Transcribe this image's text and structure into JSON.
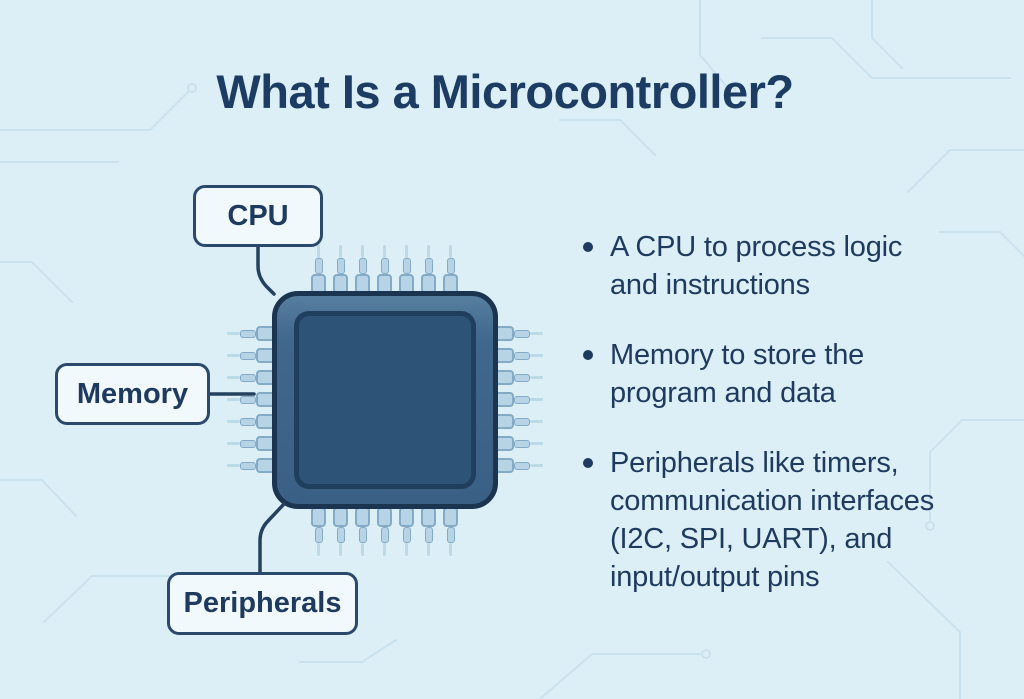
{
  "title": "What Is a Microcontroller?",
  "diagram": {
    "chip_icon": "microcontroller-chip-icon",
    "labels": {
      "cpu": "CPU",
      "memory": "Memory",
      "peripherals": "Peripherals"
    }
  },
  "bullets": [
    {
      "text": "A CPU to process logic\nand instructions"
    },
    {
      "text": "Memory to store the\nprogram and data"
    },
    {
      "text": "Peripherals like timers,\ncommunication interfaces\n(I2C, SPI, UART), and\ninput/output pins"
    }
  ],
  "colors": {
    "background": "#dceef6",
    "title": "#1c3c63",
    "text": "#1e3a5e",
    "chip_body": "#40678c",
    "chip_body_light": "#567e9f",
    "chip_border": "#1b3450",
    "chip_core": "#2d5377",
    "chip_core_border": "#203e5d",
    "pin_fill": "#b7d4e7",
    "pin_border": "#84aac6",
    "trace": "#bcd9e8",
    "connector": "#24415f",
    "label_bg": "#f2f9fd",
    "label_border": "#2b4a6b"
  }
}
